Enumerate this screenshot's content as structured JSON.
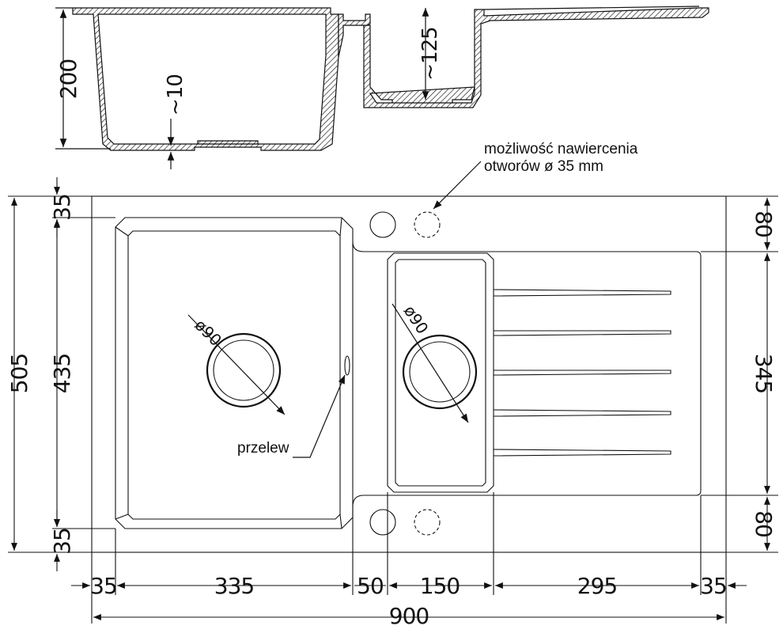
{
  "dims": {
    "total_width": "900",
    "total_depth": "505",
    "height": "200",
    "small_depth": "~125",
    "main_floor": "~10",
    "top_margin": "35",
    "bottom_margin": "35",
    "bowl_depth": "435",
    "right_top": "80",
    "right_middle": "345",
    "right_bottom": "80",
    "seg_1": "35",
    "seg_2": "335",
    "seg_3": "50",
    "seg_4": "150",
    "seg_5": "295",
    "seg_6": "35",
    "drain_main": "ø90",
    "drain_small": "ø90"
  },
  "labels": {
    "tap_hole_line1": "możliwość nawiercenia",
    "tap_hole_line2": "otworów ø 35 mm",
    "overflow": "przelew"
  }
}
